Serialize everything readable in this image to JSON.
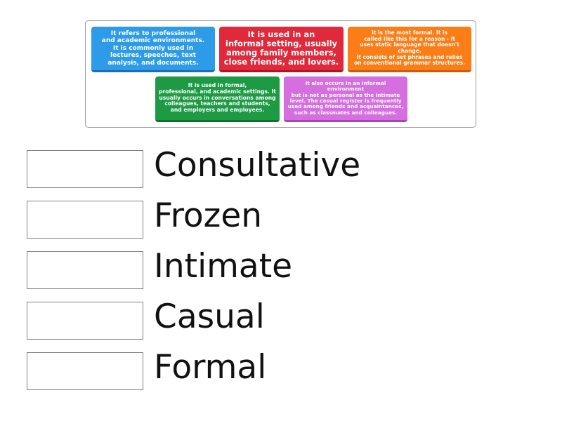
{
  "tiles": [
    {
      "text": "It refers to professional\nand academic environments.\nIt is commonly used in\nlectures, speeches, text\nanalysis, and documents.",
      "color": "#2d9be8"
    },
    {
      "text": "It is used in an\ninformal setting, usually\namong family members,\nclose friends, and lovers.",
      "color": "#e0293a"
    },
    {
      "text": "It is the most formal. It is\ncalled like this for a reason - it\nuses static language that doesn't change.\nIt consists of set phrases and relies\non conventional grammar structures.",
      "color": "#fb7d17"
    },
    {
      "text": "It is used in formal,\nprofessional, and academic settings. It\nusually occurs in conversations among\ncolleagues, teachers and students,\nand employers and employees.",
      "color": "#1e9a45"
    },
    {
      "text": "It also occurs in an informal environment\nbut is not as personal as the intimate\nlevel. The casual register is frequently\nused among friends and acquaintances,\nsuch as classmates and colleagues.",
      "color": "#d56fe0"
    }
  ],
  "terms": [
    "Consultative",
    "Frozen",
    "Intimate",
    "Casual",
    "Formal"
  ]
}
